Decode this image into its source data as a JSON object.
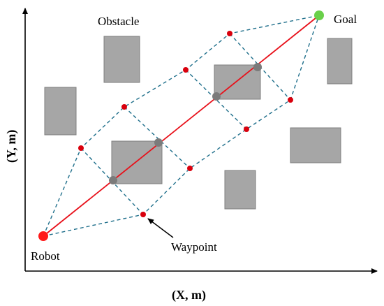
{
  "labels": {
    "obstacle": "Obstacle",
    "goal": "Goal",
    "robot": "Robot",
    "waypoint": "Waypoint",
    "x_axis": "(X, m)",
    "y_axis": "(Y, m)"
  },
  "colors": {
    "obstacle_fill": "#a6a6a6",
    "obstacle_stroke": "#7f7f7f",
    "path": "#e8101a",
    "dashed": "#1f6f8b",
    "waypoint": "#d9000d",
    "intersection": "#7b7b7b",
    "robot": "#ff1a1a",
    "goal": "#6ad04a"
  }
}
